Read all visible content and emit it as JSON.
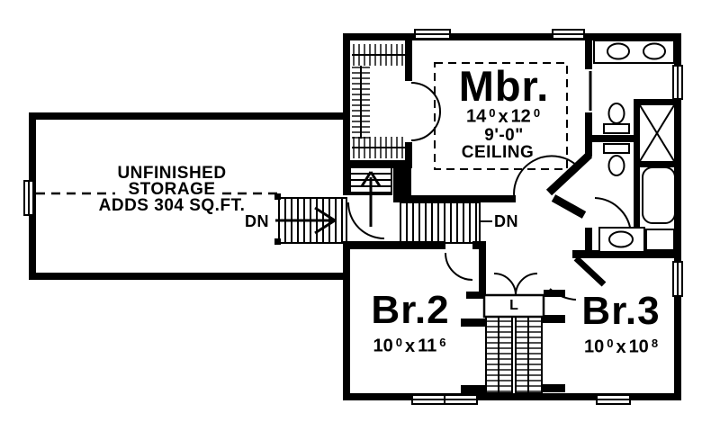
{
  "colors": {
    "ink": "#000000",
    "paper": "#ffffff"
  },
  "rooms": {
    "master_bedroom": {
      "label": "Mbr.",
      "dim": {
        "w_ft": "14",
        "w_in": "0",
        "sep": "x",
        "h_ft": "12",
        "h_in": "0"
      },
      "ceiling_height": "9'-0\"",
      "ceiling_word": "CEILING"
    },
    "bedroom2": {
      "label": "Br.2",
      "dim": {
        "w_ft": "10",
        "w_in": "0",
        "sep": "x",
        "h_ft": "11",
        "h_in": "6"
      }
    },
    "bedroom3": {
      "label": "Br.3",
      "dim": {
        "w_ft": "10",
        "w_in": "0",
        "sep": "x",
        "h_ft": "10",
        "h_in": "8"
      }
    },
    "linen_closet": {
      "label": "L"
    },
    "storage": {
      "line1": "UNFINISHED",
      "line2": "STORAGE",
      "line3": "ADDS 304 SQ.FT."
    }
  },
  "stairs": {
    "down_label_left": "DN",
    "down_label_right": "DN"
  }
}
